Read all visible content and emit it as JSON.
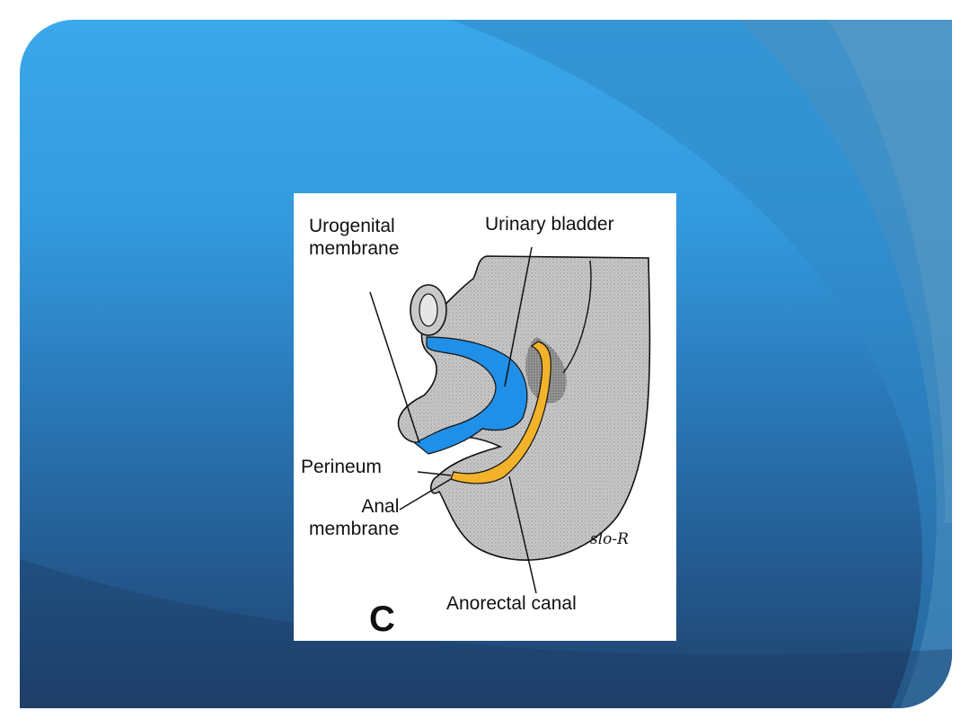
{
  "slide": {
    "colors": {
      "top": "#3aa8ea",
      "bottom": "#1f416b",
      "frame": "#ffffff"
    }
  },
  "figure": {
    "panel_letter": "C",
    "signature": "slo-R",
    "labels": {
      "urogenital_membrane": "Urogenital\nmembrane",
      "urinary_bladder": "Urinary bladder",
      "perineum": "Perineum",
      "anal_membrane": "Anal\nmembrane",
      "anorectal_canal": "Anorectal canal"
    },
    "colors": {
      "tissue": "#c7c7c7",
      "tissue_dark": "#8f8f8f",
      "urogenital": "#1f8fe8",
      "anorectal": "#f2b22a",
      "outline": "#111111"
    }
  }
}
